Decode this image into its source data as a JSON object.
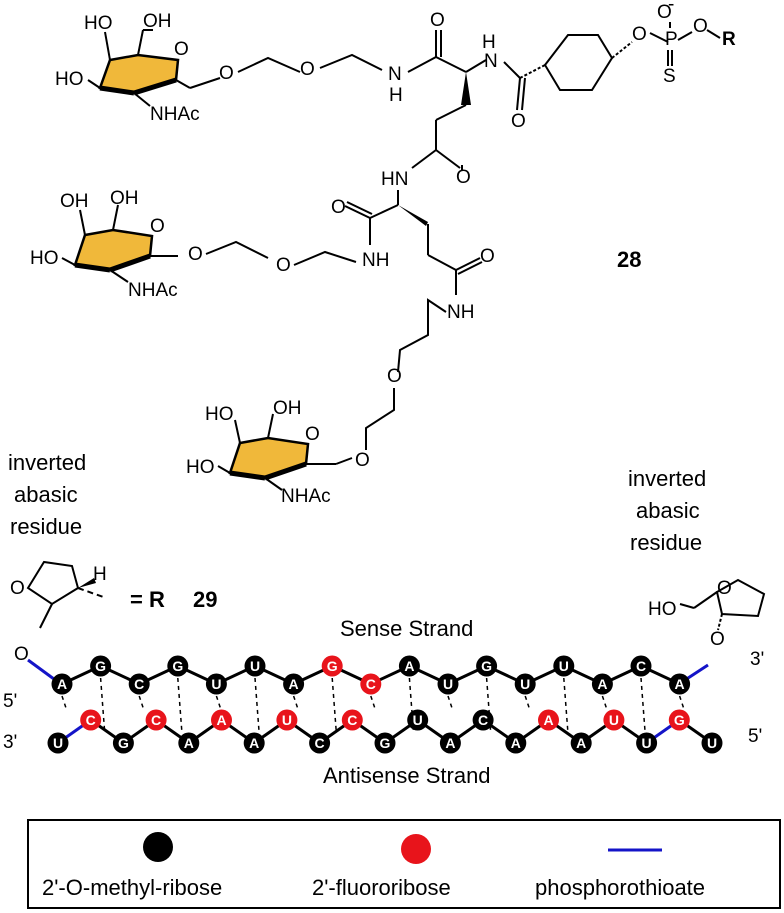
{
  "compound": {
    "number": "28",
    "atoms": {
      "oh": "OH",
      "ho": "HO",
      "o": "O",
      "nhac": "NHAc",
      "n": "N",
      "h": "H",
      "hn": "HN",
      "nh": "NH",
      "p": "P",
      "s": "S",
      "o_minus": "O",
      "minus": "-",
      "r": "R"
    }
  },
  "residue_left": {
    "caption_lines": [
      "inverted",
      "abasic",
      "residue"
    ],
    "eq_label": "= R",
    "number": "29",
    "o_ring": "O",
    "h": "H",
    "o_link": "O"
  },
  "residue_right": {
    "caption_lines": [
      "inverted",
      "abasic",
      "residue"
    ],
    "ho": "HO",
    "o_ring": "O",
    "o_link": "O"
  },
  "duplex": {
    "sense_title": "Sense Strand",
    "antisense_title": "Antisense Strand",
    "sense_5": "5'",
    "sense_3": "3'",
    "anti_3": "3'",
    "anti_5": "5'",
    "sense": [
      {
        "b": "A",
        "m": "ome"
      },
      {
        "b": "G",
        "m": "ome"
      },
      {
        "b": "C",
        "m": "ome"
      },
      {
        "b": "G",
        "m": "ome"
      },
      {
        "b": "U",
        "m": "ome"
      },
      {
        "b": "U",
        "m": "ome"
      },
      {
        "b": "A",
        "m": "ome"
      },
      {
        "b": "G",
        "m": "f"
      },
      {
        "b": "C",
        "m": "f"
      },
      {
        "b": "A",
        "m": "ome"
      },
      {
        "b": "U",
        "m": "ome"
      },
      {
        "b": "G",
        "m": "ome"
      },
      {
        "b": "U",
        "m": "ome"
      },
      {
        "b": "U",
        "m": "ome"
      },
      {
        "b": "A",
        "m": "ome"
      },
      {
        "b": "C",
        "m": "ome"
      },
      {
        "b": "A",
        "m": "ome"
      }
    ],
    "antisense": [
      {
        "b": "U",
        "m": "ome"
      },
      {
        "b": "C",
        "m": "f"
      },
      {
        "b": "G",
        "m": "ome"
      },
      {
        "b": "C",
        "m": "f"
      },
      {
        "b": "A",
        "m": "ome"
      },
      {
        "b": "A",
        "m": "f"
      },
      {
        "b": "A",
        "m": "ome"
      },
      {
        "b": "U",
        "m": "f"
      },
      {
        "b": "C",
        "m": "ome"
      },
      {
        "b": "C",
        "m": "f"
      },
      {
        "b": "G",
        "m": "ome"
      },
      {
        "b": "U",
        "m": "ome"
      },
      {
        "b": "A",
        "m": "ome"
      },
      {
        "b": "C",
        "m": "ome"
      },
      {
        "b": "A",
        "m": "ome"
      },
      {
        "b": "A",
        "m": "f"
      },
      {
        "b": "A",
        "m": "ome"
      },
      {
        "b": "U",
        "m": "f"
      },
      {
        "b": "U",
        "m": "ome"
      },
      {
        "b": "G",
        "m": "f"
      },
      {
        "b": "U",
        "m": "ome"
      }
    ],
    "colors": {
      "ome": "#000000",
      "f": "#e8141b",
      "ps": "#1414c8"
    }
  },
  "legend": {
    "items": [
      {
        "label": "2'-O-methyl-ribose",
        "symbol": "black-circle"
      },
      {
        "label": "2'-fluororibose",
        "symbol": "red-circle"
      },
      {
        "label": "phosphorothioate",
        "symbol": "blue-line"
      }
    ]
  },
  "colors": {
    "sugar_fill": "#f0b83a"
  }
}
